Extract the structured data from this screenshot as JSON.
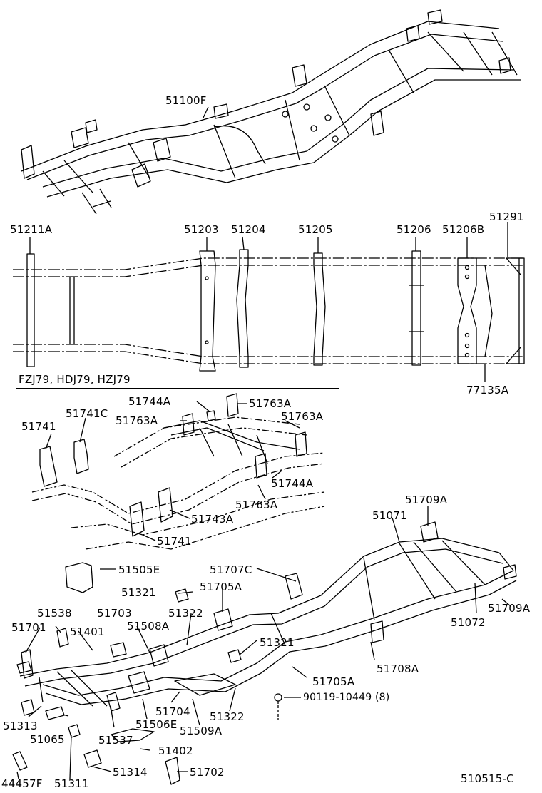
{
  "diagram_id": "510515-C",
  "models": "FZJ79, HDJ79, HZJ79",
  "top_frame": {
    "label": "51100F"
  },
  "ladder": {
    "labels": {
      "a51211A": "51211A",
      "a51203": "51203",
      "a51204": "51204",
      "a51205": "51205",
      "a51206": "51206",
      "a51206B": "51206B",
      "a51291": "51291",
      "a77135A": "77135A"
    }
  },
  "inset": {
    "labels": {
      "l51744A_1": "51744A",
      "l51763A_1": "51763A",
      "l51741C": "51741C",
      "l51763A_2": "51763A",
      "l51763A_3": "51763A",
      "l51741_1": "51741",
      "l51744A_2": "51744A",
      "l51763A_4": "51763A",
      "l51743A": "51743A",
      "l51741_2": "51741"
    }
  },
  "lower": {
    "labels": {
      "l51709A_1": "51709A",
      "l51071": "51071",
      "l51505E": "51505E",
      "l51707C": "51707C",
      "l51321_1": "51321",
      "l51705A_1": "51705A",
      "l51538": "51538",
      "l51703": "51703",
      "l51322_1": "51322",
      "l51709A_2": "51709A",
      "l51701": "51701",
      "l51401": "51401",
      "l51508A": "51508A",
      "l51072": "51072",
      "l51321_2": "51321",
      "l51708A": "51708A",
      "l51705A_2": "51705A",
      "l90119": "90119-10449 (8)",
      "l51313": "51313",
      "l51704": "51704",
      "l51322_2": "51322",
      "l51065": "51065",
      "l51506E": "51506E",
      "l51537": "51537",
      "l51509A": "51509A",
      "l51402": "51402",
      "l44457F": "44457F",
      "l51311": "51311",
      "l51314": "51314",
      "l51702": "51702"
    }
  }
}
